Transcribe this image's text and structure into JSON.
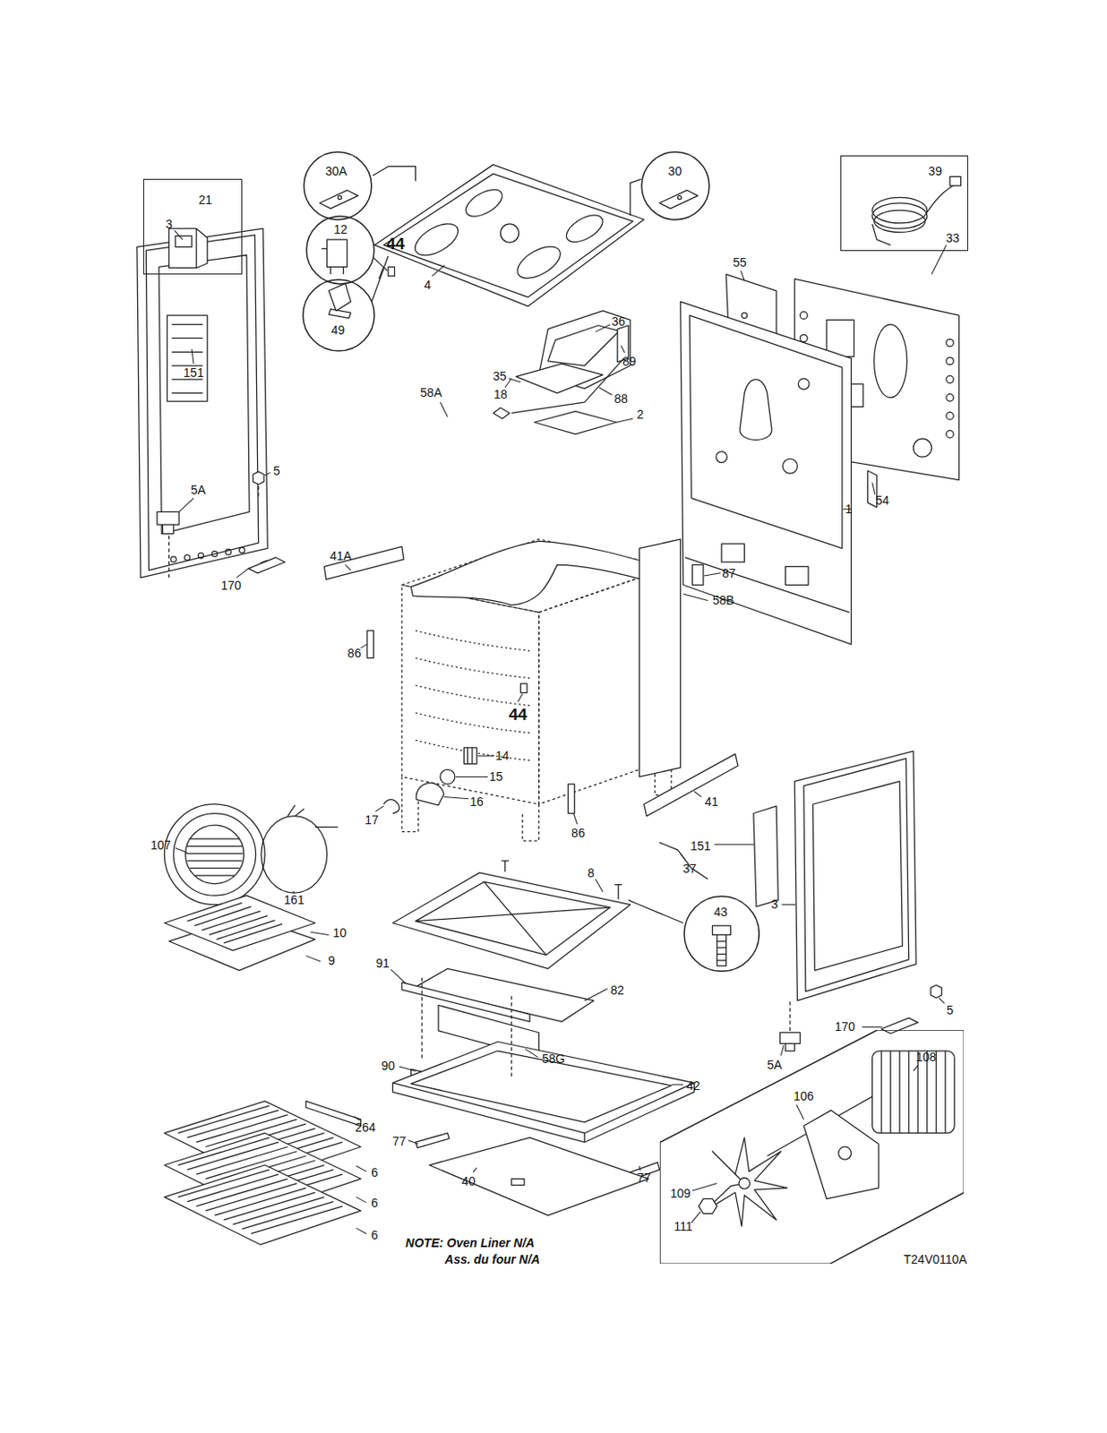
{
  "diagram": {
    "nodes": [
      {
        "text": [
          "21"
        ]
      },
      {
        "text": [
          "30A"
        ]
      },
      {
        "text": [
          "30"
        ]
      },
      {
        "text": [
          "39"
        ]
      },
      {
        "text": [
          "49"
        ]
      },
      {
        "text": [
          "12"
        ]
      },
      {
        "text": [
          "43"
        ]
      },
      {
        "text": [
          "108",
          "106",
          "109",
          "111"
        ]
      }
    ],
    "labels": [
      "3",
      "151",
      "4",
      "36",
      "89",
      "35",
      "88",
      "33",
      "55",
      "54",
      "44",
      "18",
      "58A",
      "2",
      "1",
      "5",
      "5A",
      "170",
      "41A",
      "86",
      "87",
      "58B",
      "44",
      "14",
      "15",
      "16",
      "17",
      "86",
      "41",
      "151",
      "3",
      "37",
      "107",
      "161",
      "8",
      "10",
      "9",
      "91",
      "82",
      "58G",
      "90",
      "42",
      "5",
      "170",
      "5A",
      "264",
      "77",
      "77",
      "40",
      "6",
      "6",
      "6",
      "NOTE: Oven Liner N/A",
      "Ass. du four N/A",
      "T24V0110A"
    ]
  }
}
